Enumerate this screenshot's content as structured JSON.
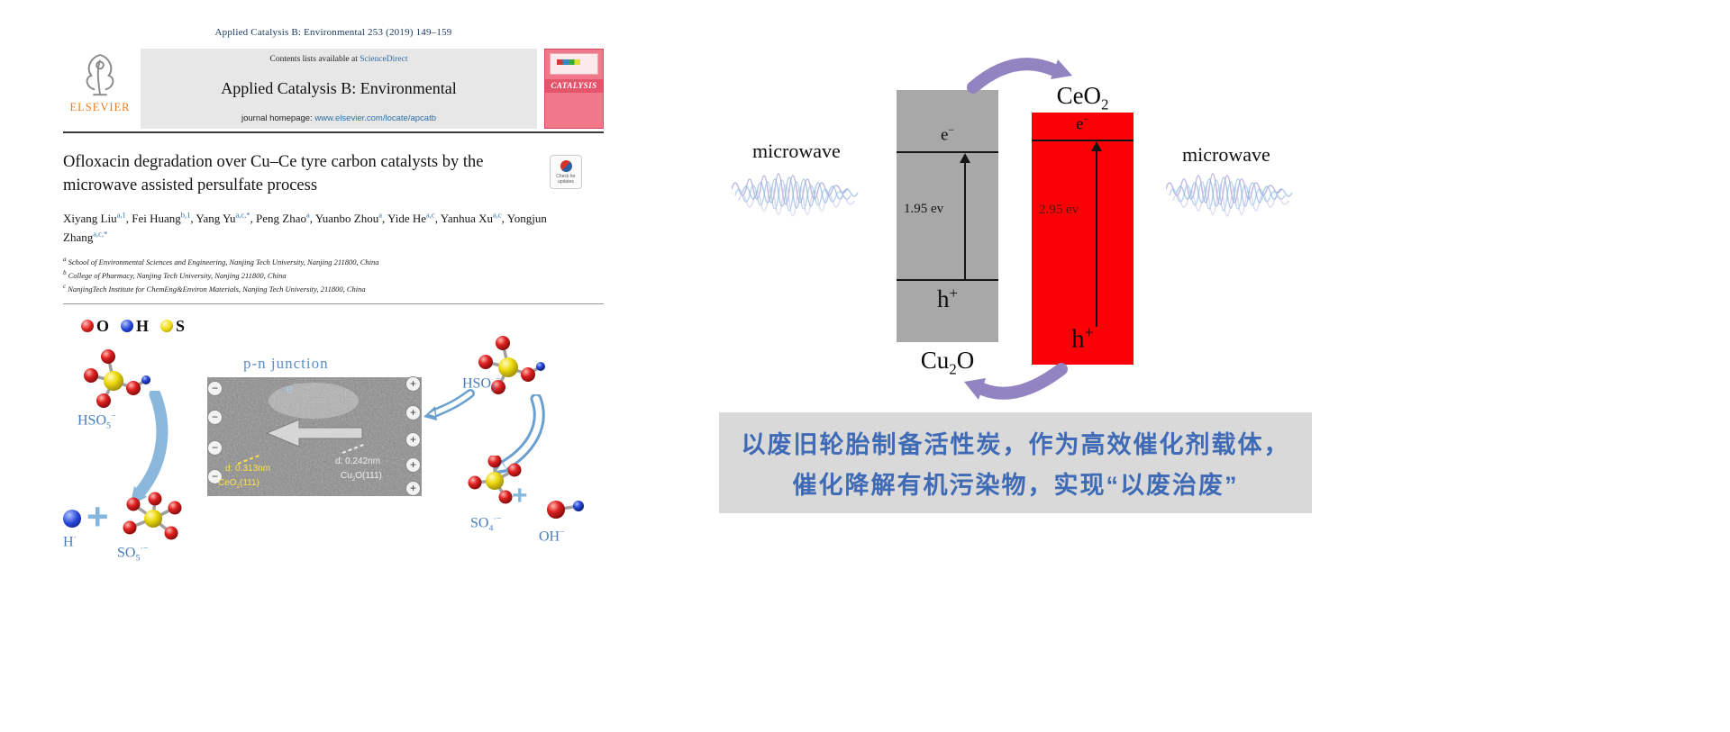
{
  "colors": {
    "link_blue": "#2e6da4",
    "elsevier_orange": "#e87d1e",
    "label_blue": "#4a7ebb",
    "bar_gray": "#a8a8a8",
    "bar_red": "#fb0007",
    "arrow_purple": "#9184c1",
    "summary_bg": "#d9d9d9",
    "summary_text": "#3f6ab5",
    "tem_annotation_yellow": "#ffe24a"
  },
  "citation": "Applied Catalysis B: Environmental 253 (2019) 149–159",
  "masthead": {
    "contents_prefix": "Contents lists available at ",
    "sciencedirect": "ScienceDirect",
    "journal_title": "Applied Catalysis B: Environmental",
    "homepage_prefix": "journal homepage: ",
    "homepage_url": "www.elsevier.com/locate/apcatb",
    "elsevier": "ELSEVIER",
    "cover_title": "CATALYSIS"
  },
  "article": {
    "title": "Ofloxacin degradation over Cu–Ce tyre carbon catalysts by the microwave assisted persulfate process",
    "check_badge": "Check for updates",
    "authors": [
      {
        "name": "Xiyang Liu",
        "sup": "a,1",
        "sep": ", "
      },
      {
        "name": "Fei Huang",
        "sup": "b,1",
        "sep": ", "
      },
      {
        "name": "Yang Yu",
        "sup": "a,c,*",
        "sep": ", "
      },
      {
        "name": "Peng Zhao",
        "sup": "a",
        "sep": ", "
      },
      {
        "name": "Yuanbo Zhou",
        "sup": "a",
        "sep": ", "
      },
      {
        "name": "Yide He",
        "sup": "a,c",
        "sep": ", "
      },
      {
        "name": "Yanhua Xu",
        "sup": "a,c",
        "sep": ","
      },
      {
        "name": "Yongjun Zhang",
        "sup": "a,c,*",
        "sep": ""
      }
    ],
    "affiliations": [
      {
        "sup": "a",
        "text": "School of Environmental Sciences and Engineering, Nanjing Tech University, Nanjing 211800, China"
      },
      {
        "sup": "b",
        "text": "College of Pharmacy, Nanjing Tech University, Nanjing 211800, China"
      },
      {
        "sup": "c",
        "text": "NanjingTech Institute for ChemEng&Environ Materials, Nanjing Tech University, 211800, China"
      }
    ]
  },
  "graphic": {
    "legend": [
      {
        "label": "O",
        "color": "#e02020"
      },
      {
        "label": "H",
        "color": "#2545d8"
      },
      {
        "label": "S",
        "color": "#eedb10"
      }
    ],
    "pn_junction": "p-n junction",
    "charge_minus": "−",
    "charge_plus": "+",
    "plus": "+",
    "tem": {
      "d1": "d: 0.313nm",
      "phase1": {
        "main": "CeO",
        "sub": "2",
        "tail": "(111)"
      },
      "d2": "d: 0.242nm",
      "phase2": {
        "p1": "Cu",
        "sub": "2",
        "p2": "O(111)"
      }
    }
  },
  "formulas": {
    "hso5": {
      "main": "HSO",
      "sub": "5",
      "sup": "−"
    },
    "so5": {
      "main": "SO",
      "sub": "5",
      "sup": "·−"
    },
    "so4": {
      "main": "SO",
      "sub": "4",
      "sup": "·−"
    },
    "oh": {
      "main": "OH",
      "sup": "−"
    },
    "h": {
      "main": "H",
      "sup": "·"
    },
    "e": {
      "main": "e",
      "sup": "−"
    },
    "h_plus": {
      "main": "h",
      "sup": "+"
    },
    "ceo2": {
      "main": "CeO",
      "sub": "2"
    },
    "cu2o": {
      "p1": "Cu",
      "sub": "2",
      "p2": "O"
    }
  },
  "band_diagram": {
    "microwave": "microwave",
    "gray_gap": "1.95 ev",
    "red_gap": "2.95 ev"
  },
  "summary": {
    "line1": "以废旧轮胎制备活性炭，作为高效催化剂载体，",
    "line2": "催化降解有机污染物，实现“以废治废”"
  }
}
